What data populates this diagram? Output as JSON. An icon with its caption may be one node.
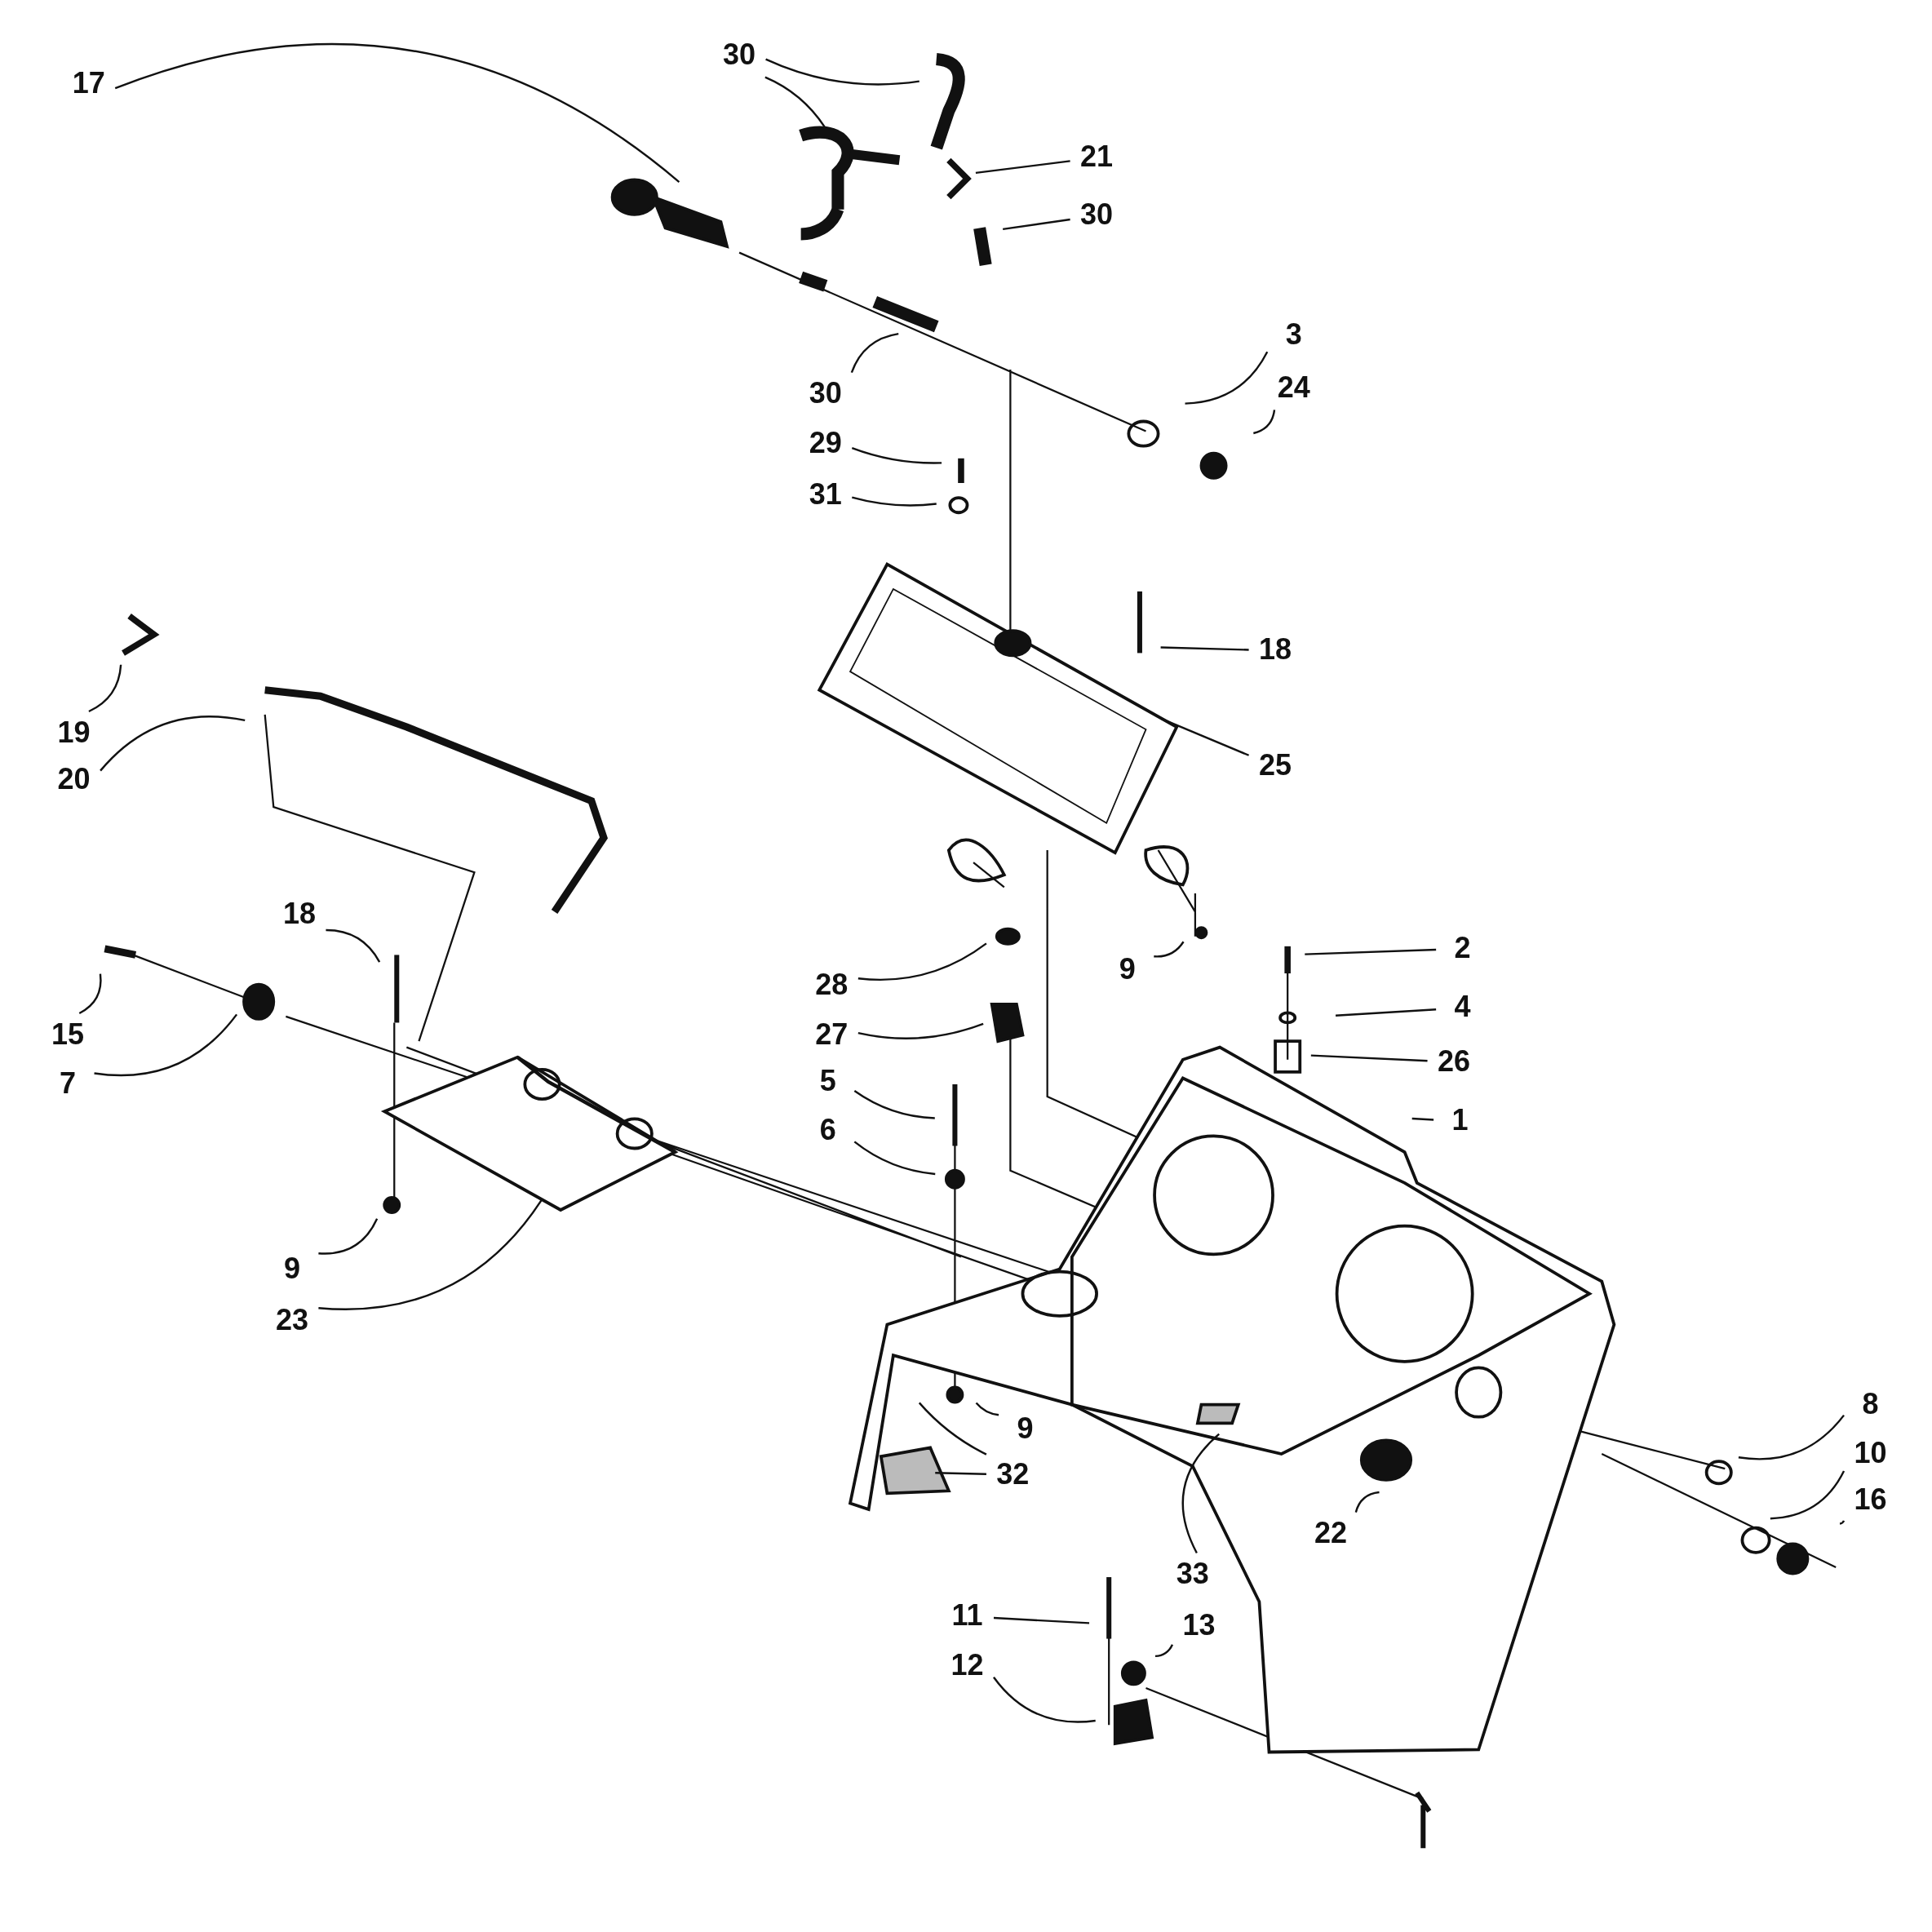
{
  "diagram": {
    "nodes": [
      {
        "text": [
          "17"
        ]
      },
      {
        "text": [
          "30"
        ]
      },
      {
        "text": [
          "21"
        ]
      },
      {
        "text": [
          "30"
        ]
      },
      {
        "text": [
          "3"
        ]
      },
      {
        "text": [
          "24"
        ]
      },
      {
        "text": [
          "30"
        ]
      },
      {
        "text": [
          "29"
        ]
      },
      {
        "text": [
          "31"
        ]
      },
      {
        "text": [
          "18"
        ]
      },
      {
        "text": [
          "19"
        ]
      },
      {
        "text": [
          "25"
        ]
      },
      {
        "text": [
          "20"
        ]
      },
      {
        "text": [
          "18"
        ]
      },
      {
        "text": [
          "2"
        ]
      },
      {
        "text": [
          "9"
        ]
      },
      {
        "text": [
          "28"
        ]
      },
      {
        "text": [
          "4"
        ]
      },
      {
        "text": [
          "15"
        ]
      },
      {
        "text": [
          "27"
        ]
      },
      {
        "text": [
          "26"
        ]
      },
      {
        "text": [
          "7"
        ]
      },
      {
        "text": [
          "5"
        ]
      },
      {
        "text": [
          "1"
        ]
      },
      {
        "text": [
          "6"
        ]
      },
      {
        "text": [
          "9"
        ]
      },
      {
        "text": [
          "23"
        ]
      },
      {
        "text": [
          "8"
        ]
      },
      {
        "text": [
          "9"
        ]
      },
      {
        "text": [
          "10"
        ]
      },
      {
        "text": [
          "32"
        ]
      },
      {
        "text": [
          "16"
        ]
      },
      {
        "text": [
          "22"
        ]
      },
      {
        "text": [
          "33"
        ]
      },
      {
        "text": [
          "11"
        ]
      },
      {
        "text": [
          "13"
        ]
      },
      {
        "text": [
          "12"
        ]
      }
    ],
    "edges": [
      {
        "from": 0,
        "to": null,
        "arrow": "none"
      },
      {
        "from": 1,
        "to": null,
        "arrow": "none"
      },
      {
        "from": 1,
        "to": null,
        "arrow": "none"
      },
      {
        "from": 2,
        "to": null,
        "arrow": "none"
      },
      {
        "from": 3,
        "to": null,
        "arrow": "none"
      },
      {
        "from": 4,
        "to": null,
        "arrow": "none"
      },
      {
        "from": 5,
        "to": null,
        "arrow": "none"
      },
      {
        "from": 6,
        "to": null,
        "arrow": "none"
      },
      {
        "from": 7,
        "to": null,
        "arrow": "none"
      },
      {
        "from": 8,
        "to": null,
        "arrow": "none"
      },
      {
        "from": 9,
        "to": null,
        "arrow": "none"
      },
      {
        "from": 10,
        "to": null,
        "arrow": "none"
      },
      {
        "from": 11,
        "to": null,
        "arrow": "none"
      },
      {
        "from": 12,
        "to": null,
        "arrow": "none"
      },
      {
        "from": 13,
        "to": null,
        "arrow": "none"
      },
      {
        "from": 14,
        "to": null,
        "arrow": "none"
      },
      {
        "from": 15,
        "to": null,
        "arrow": "none"
      },
      {
        "from": 16,
        "to": null,
        "arrow": "none"
      },
      {
        "from": 17,
        "to": null,
        "arrow": "none"
      },
      {
        "from": 18,
        "to": null,
        "arrow": "none"
      },
      {
        "from": 19,
        "to": null,
        "arrow": "none"
      },
      {
        "from": 20,
        "to": null,
        "arrow": "none"
      },
      {
        "from": 21,
        "to": null,
        "arrow": "none"
      },
      {
        "from": 22,
        "to": null,
        "arrow": "none"
      },
      {
        "from": 23,
        "to": null,
        "arrow": "none"
      },
      {
        "from": 24,
        "to": null,
        "arrow": "none"
      },
      {
        "from": 25,
        "to": null,
        "arrow": "none"
      },
      {
        "from": 26,
        "to": null,
        "arrow": "none"
      },
      {
        "from": 27,
        "to": null,
        "arrow": "none"
      },
      {
        "from": 28,
        "to": null,
        "arrow": "none"
      },
      {
        "from": 29,
        "to": null,
        "arrow": "none"
      },
      {
        "from": 30,
        "to": null,
        "arrow": "none"
      },
      {
        "from": 30,
        "to": null,
        "arrow": "none"
      },
      {
        "from": 31,
        "to": null,
        "arrow": "none"
      },
      {
        "from": 32,
        "to": null,
        "arrow": "none"
      },
      {
        "from": 33,
        "to": null,
        "arrow": "none"
      },
      {
        "from": 34,
        "to": null,
        "arrow": "none"
      },
      {
        "from": 35,
        "to": null,
        "arrow": "none"
      },
      {
        "from": 36,
        "to": null,
        "arrow": "none"
      }
    ]
  }
}
